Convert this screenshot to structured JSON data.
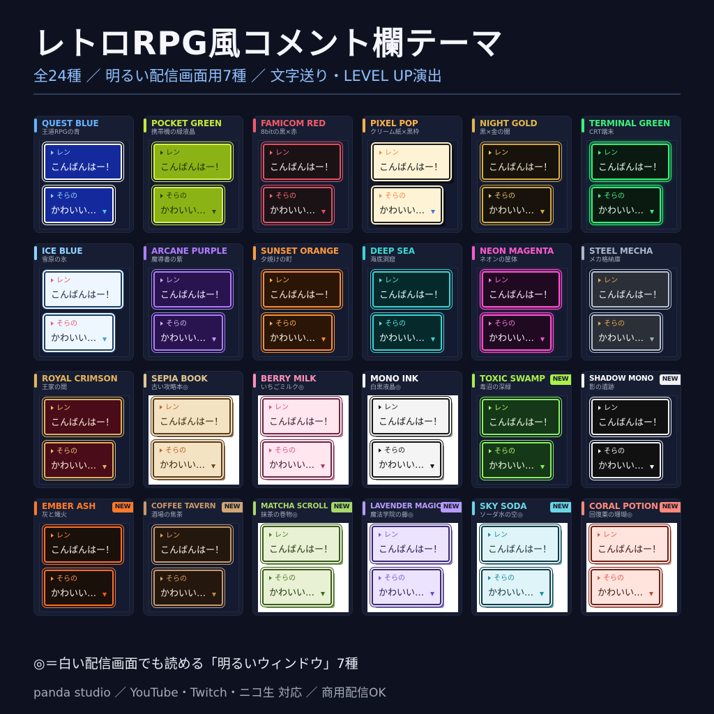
{
  "header": {
    "title": "レトロRPG風コメント欄テーマ",
    "subtitle": "全24種 ／ 明るい配信画面用7種 ／ 文字送り・LEVEL UP演出"
  },
  "sample": {
    "speaker1": "レン",
    "message1": "こんばんはー！",
    "speaker2": "そらの",
    "message2": "かわいい…"
  },
  "themes": [
    {
      "name": "QUEST BLUE",
      "desc": "王道RPGの青",
      "accent": "#67b3ff",
      "bg": "#142a9c",
      "border": "#ffffff",
      "frame": "#141b30",
      "name1": "#9ad0ff",
      "name2": "#9ad0ff",
      "text": "#ffffff",
      "cursor": "#4cc3ff",
      "glow": "none",
      "badge": null
    },
    {
      "name": "POCKET GREEN",
      "desc": "携帯機の緑液晶",
      "accent": "#c6e83b",
      "bg": "#8cb315",
      "border": "#d6ef4e",
      "frame": "#141b30",
      "name1": "#26380a",
      "name2": "#26380a",
      "text": "#1e2c06",
      "cursor": "#2f4a0a",
      "glow": "none",
      "badge": null
    },
    {
      "name": "FAMICOM RED",
      "desc": "8bitの黒×赤",
      "accent": "#f25a68",
      "bg": "#1b1216",
      "border": "#e4505e",
      "frame": "#141b30",
      "name1": "#ff6b77",
      "name2": "#ff6b77",
      "text": "#f4f0f1",
      "cursor": "#f04a58",
      "glow": "none",
      "badge": null
    },
    {
      "name": "PIXEL POP",
      "desc": "クリーム紙×黒枠",
      "accent": "#ffb14a",
      "bg": "#fff3d6",
      "border": "#1a1a1a",
      "frame": "#141b30",
      "name1": "#f08a3a",
      "name2": "#f08a3a",
      "text": "#1a1a1a",
      "cursor": "#3a7ad6",
      "glow": "0 0 0 2px #fff3d6, 5px 5px 0 #0b0d16",
      "badge": null
    },
    {
      "name": "NIGHT GOLD",
      "desc": "黒×金の闇",
      "accent": "#e0b84a",
      "bg": "#17130c",
      "border": "#d6aa3e",
      "frame": "#141b30",
      "name1": "#e9c565",
      "name2": "#e9c565",
      "text": "#f4ecd8",
      "cursor": "#d6aa3e",
      "glow": "none",
      "badge": null
    },
    {
      "name": "TERMINAL GREEN",
      "desc": "CRT端末",
      "accent": "#3df07a",
      "bg": "#0a1a10",
      "border": "#36ee74",
      "frame": "#141b30",
      "name1": "#4af28a",
      "name2": "#4af28a",
      "text": "#dffbe9",
      "cursor": "#36ee74",
      "glow": "0 0 8px #1fbf57",
      "badge": null
    },
    {
      "name": "ICE BLUE",
      "desc": "雪原の氷",
      "accent": "#8fd2ff",
      "bg": "#eef7ff",
      "border": "#1b3c66",
      "frame": "#141b30",
      "name1": "#e85a6a",
      "name2": "#e85a6a",
      "text": "#1b2840",
      "cursor": "#3a9ee6",
      "glow": "0 0 0 2px #eef7ff",
      "badge": null
    },
    {
      "name": "ARCANE PURPLE",
      "desc": "魔導書の紫",
      "accent": "#b07cff",
      "bg": "#2a1450",
      "border": "#b07cff",
      "frame": "#141b30",
      "name1": "#d2b3ff",
      "name2": "#d2b3ff",
      "text": "#f3ecff",
      "cursor": "#c69bff",
      "glow": "none",
      "badge": null
    },
    {
      "name": "SUNSET ORANGE",
      "desc": "夕焼けの町",
      "accent": "#ff9a3c",
      "bg": "#2b1506",
      "border": "#ff8e2c",
      "frame": "#141b30",
      "name1": "#ffae58",
      "name2": "#ffae58",
      "text": "#fff0e0",
      "cursor": "#ff8e2c",
      "glow": "none",
      "badge": null
    },
    {
      "name": "DEEP SEA",
      "desc": "海底洞窟",
      "accent": "#3ad6d0",
      "bg": "#062a2c",
      "border": "#3ad6d0",
      "frame": "#141b30",
      "name1": "#58e6de",
      "name2": "#58e6de",
      "text": "#e6fbfa",
      "cursor": "#3ad6d0",
      "glow": "none",
      "badge": null
    },
    {
      "name": "NEON MAGENTA",
      "desc": "ネオンの筐体",
      "accent": "#ff5ad1",
      "bg": "#1f0a22",
      "border": "#ff4fcf",
      "frame": "#141b30",
      "name1": "#ff7ad9",
      "name2": "#ff7ad9",
      "text": "#fbe9f7",
      "cursor": "#ff4fcf",
      "glow": "0 0 7px #c02d9e",
      "badge": null
    },
    {
      "name": "STEEL MECHA",
      "desc": "メカ格納庫",
      "accent": "#aab6c8",
      "bg": "#2b3038",
      "border": "#b8c2d0",
      "frame": "#141b30",
      "name1": "#e8a94a",
      "name2": "#e8a94a",
      "text": "#eef2f6",
      "cursor": "#9fb0c4",
      "glow": "none",
      "badge": null
    },
    {
      "name": "ROYAL CRIMSON",
      "desc": "王家の間",
      "accent": "#e6b25a",
      "bg": "#4a0c18",
      "border": "#e3b05a",
      "frame": "#141b30",
      "name1": "#f0c070",
      "name2": "#f0c070",
      "text": "#fbeede",
      "cursor": "#e3b05a",
      "glow": "none",
      "badge": null
    },
    {
      "name": "SEPIA BOOK",
      "desc": "古い攻略本◎",
      "accent": "#e2c78e",
      "bg": "#f3e3c2",
      "border": "#5a3a1c",
      "frame": "#ffffff",
      "name1": "#c0602a",
      "name2": "#c0602a",
      "text": "#3a2410",
      "cursor": "#6a4422",
      "glow": "0 0 0 2px #f3e3c2, 4px 4px 0 #8a6a46",
      "badge": null
    },
    {
      "name": "BERRY MILK",
      "desc": "いちごミルク◎",
      "accent": "#ff8fb8",
      "bg": "#ffe6ef",
      "border": "#6a2844",
      "frame": "#ffffff",
      "name1": "#e24a86",
      "name2": "#e24a86",
      "text": "#3a1626",
      "cursor": "#9a3a66",
      "glow": "0 0 0 2px #ffe6ef, 4px 4px 0 #c07896",
      "badge": null
    },
    {
      "name": "MONO INK",
      "desc": "白黒液晶◎",
      "accent": "#ffffff",
      "bg": "#f4f4f4",
      "border": "#141414",
      "frame": "#ffffff",
      "name1": "#141414",
      "name2": "#141414",
      "text": "#141414",
      "cursor": "#141414",
      "glow": "0 0 0 2px #f4f4f4, 4px 4px 0 #8a8a8a",
      "badge": null
    },
    {
      "name": "TOXIC SWAMP",
      "desc": "毒沼の深緑",
      "accent": "#a8f04a",
      "bg": "#153818",
      "border": "#8af25a",
      "frame": "#141b30",
      "name1": "#b6f56a",
      "name2": "#b6f56a",
      "text": "#effbe2",
      "cursor": "#8af25a",
      "glow": "none",
      "badge": {
        "label": "NEW",
        "color": "#a8f04a"
      }
    },
    {
      "name": "SHADOW MONO",
      "desc": "影の遺跡",
      "accent": "#ffffff",
      "bg": "#111111",
      "border": "#f2f2f2",
      "frame": "#141b30",
      "name1": "#f2f2f2",
      "name2": "#f2f2f2",
      "text": "#f2f2f2",
      "cursor": "#f2f2f2",
      "glow": "none",
      "badge": {
        "label": "NEW",
        "color": "#f2f2f2"
      },
      "small": true
    },
    {
      "name": "EMBER ASH",
      "desc": "灰と熾火",
      "accent": "#ff7a2a",
      "bg": "#1a100a",
      "border": "#ff6e20",
      "frame": "#141b30",
      "name1": "#ff8e4a",
      "name2": "#ff8e4a",
      "text": "#fbece2",
      "cursor": "#ff5a1a",
      "glow": "none",
      "badge": {
        "label": "NEW",
        "color": "#ff7a2a"
      }
    },
    {
      "name": "COFFEE TAVERN",
      "desc": "酒場の焦茶",
      "accent": "#c89a6a",
      "bg": "#24170e",
      "border": "#c89a6a",
      "frame": "#141b30",
      "name1": "#e0a060",
      "name2": "#e0a060",
      "text": "#f6ece0",
      "cursor": "#c08850",
      "glow": "none",
      "badge": {
        "label": "NEW",
        "color": "#d2a676"
      },
      "small": true
    },
    {
      "name": "MATCHA SCROLL",
      "desc": "抹茶の巻物◎",
      "accent": "#a8d86a",
      "bg": "#e8f1d4",
      "border": "#3a5a1e",
      "frame": "#ffffff",
      "name1": "#4a7a1e",
      "name2": "#4a7a1e",
      "text": "#22340e",
      "cursor": "#3a6a1e",
      "glow": "0 0 0 2px #e8f1d4, 4px 4px 0 #7a9a56",
      "badge": {
        "label": "NEW",
        "color": "#a8d86a"
      },
      "small": true
    },
    {
      "name": "LAVENDER MAGIC",
      "desc": "魔法学院の藤◎",
      "accent": "#b79cff",
      "bg": "#ece4ff",
      "border": "#3a2a6a",
      "frame": "#ffffff",
      "name1": "#7a5ad6",
      "name2": "#7a5ad6",
      "text": "#22184a",
      "cursor": "#6a4ac6",
      "glow": "0 0 0 2px #ece4ff, 4px 4px 0 #8a78c0",
      "badge": {
        "label": "NEW",
        "color": "#b79cff"
      },
      "small": true
    },
    {
      "name": "SKY SODA",
      "desc": "ソーダ水の空◎",
      "accent": "#6ad6e6",
      "bg": "#dff4f8",
      "border": "#143a46",
      "frame": "#ffffff",
      "name1": "#1a8aa6",
      "name2": "#1a8aa6",
      "text": "#12303a",
      "cursor": "#1a8aa6",
      "glow": "0 0 0 2px #dff4f8, 4px 4px 0 #5a9aaa",
      "badge": {
        "label": "NEW",
        "color": "#6ad6e6"
      }
    },
    {
      "name": "CORAL POTION",
      "desc": "回復薬の珊瑚◎",
      "accent": "#ff8a7a",
      "bg": "#ffe4de",
      "border": "#6a2418",
      "frame": "#ffffff",
      "name1": "#e05a44",
      "name2": "#e05a44",
      "text": "#3a1610",
      "cursor": "#c04a2a",
      "glow": "0 0 0 2px #ffe4de, 4px 4px 0 #c88a80",
      "badge": {
        "label": "NEW",
        "color": "#ff8a7a"
      }
    }
  ],
  "footer": {
    "note": "◎＝白い配信画面でも読める「明るいウィンドウ」7種",
    "credit": "panda studio ／ YouTube・Twitch・ニコ生 対応 ／ 商用配信OK"
  }
}
